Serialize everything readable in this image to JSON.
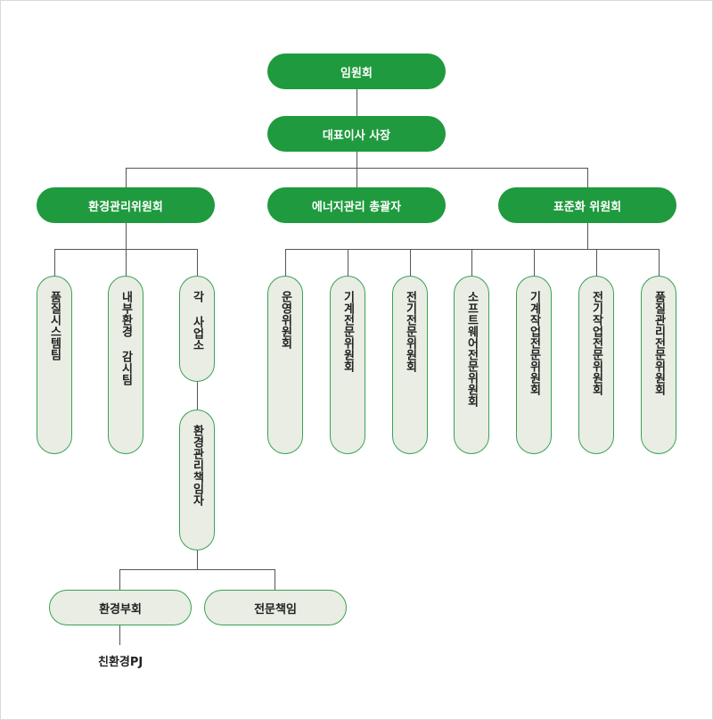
{
  "top": {
    "board": "임원회",
    "ceo": "대표이사 사장"
  },
  "branches": {
    "env_committee": "환경관리위원회",
    "energy_officer": "에너지관리 총괄자",
    "standard_committee": "표준화 위원회"
  },
  "env_children": {
    "quality_system": "품질시스템팀",
    "internal_audit": "내부환경 감시팀",
    "business_units": "각 사업소",
    "env_manager": "환경관리책임자",
    "env_subcommittee": "환경부회",
    "expert_manager": "전문책임",
    "eco_pj": "친환경PJ"
  },
  "standard_children": {
    "operation": "운영위원회",
    "mechanical": "기계전문위원회",
    "electrical": "전기전문위원회",
    "software": "소프트웨어전문위원회",
    "mech_work": "기계작업전문위원회",
    "elec_work": "전기작업전문위원회",
    "quality_mgmt": "품질관리전문위원회"
  }
}
